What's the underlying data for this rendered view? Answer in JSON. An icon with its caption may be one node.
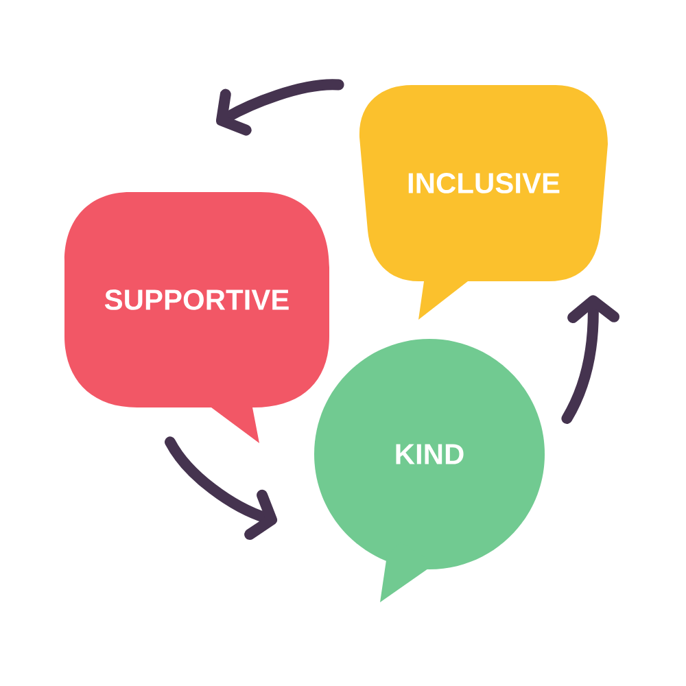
{
  "diagram": {
    "nodes": [
      {
        "text": [
          "INCLUSIVE"
        ]
      },
      {
        "text": [
          "SUPPORTIVE"
        ]
      },
      {
        "text": [
          "KIND"
        ]
      }
    ],
    "edges": [
      {
        "from": 0,
        "to": 1,
        "arrow": "to"
      },
      {
        "from": 1,
        "to": 2,
        "arrow": "to"
      },
      {
        "from": 2,
        "to": 0,
        "arrow": "to"
      }
    ]
  }
}
